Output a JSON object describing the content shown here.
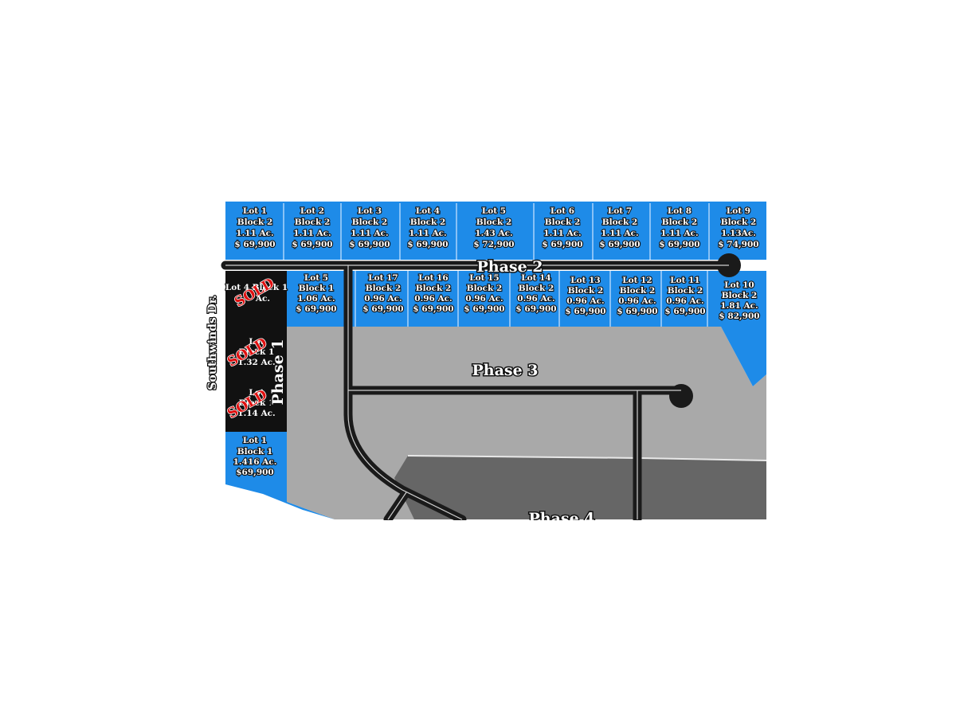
{
  "colors": {
    "available": "#1e8be8",
    "sold": "#111111",
    "phase3": "#a9a9a9",
    "phase4": "#666666",
    "road": "#1a1a1a",
    "lot_line": "#cfe6ff"
  },
  "road_name": "Southwinds Dr.",
  "phases": {
    "phase1": "Phase 1",
    "phase2": "Phase 2",
    "phase3": "Phase 3",
    "phase4": "Phase 4"
  },
  "sold_label": "SOLD",
  "lots_block2_north": [
    {
      "lot": "Lot 1",
      "block": "Block 2",
      "acres": "1.11 Ac.",
      "price": "$ 69,900"
    },
    {
      "lot": "Lot 2",
      "block": "Block 2",
      "acres": "1.11 Ac.",
      "price": "$ 69,900"
    },
    {
      "lot": "Lot 3",
      "block": "Block 2",
      "acres": "1.11 Ac.",
      "price": "$ 69,900"
    },
    {
      "lot": "Lot 4",
      "block": "Block 2",
      "acres": "1.11 Ac.",
      "price": "$ 69,900"
    },
    {
      "lot": "Lot 5",
      "block": "Block 2",
      "acres": "1.43 Ac.",
      "price": "$ 72,900"
    },
    {
      "lot": "Lot 6",
      "block": "Block 2",
      "acres": "1.11 Ac.",
      "price": "$ 69,900"
    },
    {
      "lot": "Lot 7",
      "block": "Block 2",
      "acres": "1.11 Ac.",
      "price": "$ 69,900"
    },
    {
      "lot": "Lot 8",
      "block": "Block 2",
      "acres": "1.11 Ac.",
      "price": "$ 69,900"
    },
    {
      "lot": "Lot 9",
      "block": "Block 2",
      "acres": "1.13Ac.",
      "price": "$ 74,900"
    }
  ],
  "lots_south_row": [
    {
      "lot": "Lot 5",
      "block": "Block 1",
      "acres": "1.06 Ac.",
      "price": "$ 69,900"
    },
    {
      "lot": "Lot 17",
      "block": "Block 2",
      "acres": "0.96 Ac.",
      "price": "$ 69,900"
    },
    {
      "lot": "Lot 16",
      "block": "Block 2",
      "acres": "0.96 Ac.",
      "price": "$ 69,900"
    },
    {
      "lot": "Lot 15",
      "block": "Block 2",
      "acres": "0.96 Ac.",
      "price": "$ 69,900"
    },
    {
      "lot": "Lot 14",
      "block": "Block 2",
      "acres": "0.96 Ac.",
      "price": "$ 69,900"
    },
    {
      "lot": "Lot 13",
      "block": "Block 2",
      "acres": "0.96 Ac.",
      "price": "$ 69,900"
    },
    {
      "lot": "Lot 12",
      "block": "Block 2",
      "acres": "0.96 Ac.",
      "price": "$ 69,900"
    },
    {
      "lot": "Lot 11",
      "block": "Block 2",
      "acres": "0.96 Ac.",
      "price": "$ 69,900"
    },
    {
      "lot": "Lot 10",
      "block": "Block 2",
      "acres": "1.81 Ac.",
      "price": "$ 82,900"
    }
  ],
  "lots_block1_west": [
    {
      "lot": "Lot 4 Block 1",
      "acres": "Ac.",
      "sold": true
    },
    {
      "lot": "Lot",
      "block": "Block 1",
      "acres": "1.32 Ac.",
      "sold": true
    },
    {
      "lot": "Lot",
      "block": "Block 1",
      "acres": "1.14 Ac.",
      "sold": true
    },
    {
      "lot": "Lot 1",
      "block": "Block 1",
      "acres": "1.416 Ac.",
      "price": "$69,900",
      "sold": false
    }
  ]
}
